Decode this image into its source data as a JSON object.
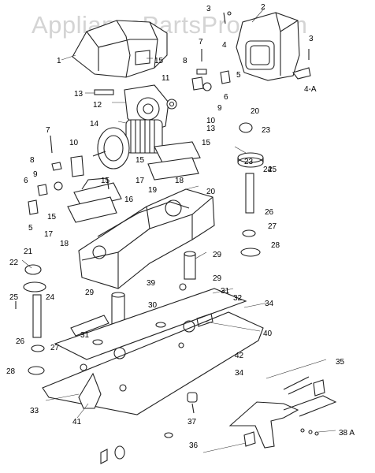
{
  "watermark": "AppliancePartsPros.com",
  "callouts": [
    "1",
    "2",
    "3",
    "3",
    "4",
    "4-A",
    "5",
    "5",
    "6",
    "6",
    "7",
    "7",
    "8",
    "8",
    "9",
    "9",
    "10",
    "10",
    "11",
    "12",
    "13",
    "13",
    "14",
    "15",
    "15",
    "15",
    "15",
    "15",
    "16",
    "17",
    "17",
    "18",
    "18",
    "19",
    "20",
    "20",
    "21",
    "22",
    "23",
    "23",
    "24",
    "24",
    "25",
    "25",
    "26",
    "26",
    "27",
    "27",
    "28",
    "28",
    "29",
    "29",
    "29",
    "30",
    "31",
    "31",
    "32",
    "33",
    "34",
    "34",
    "35",
    "36",
    "37",
    "38 A",
    "39",
    "40",
    "41",
    "42"
  ]
}
